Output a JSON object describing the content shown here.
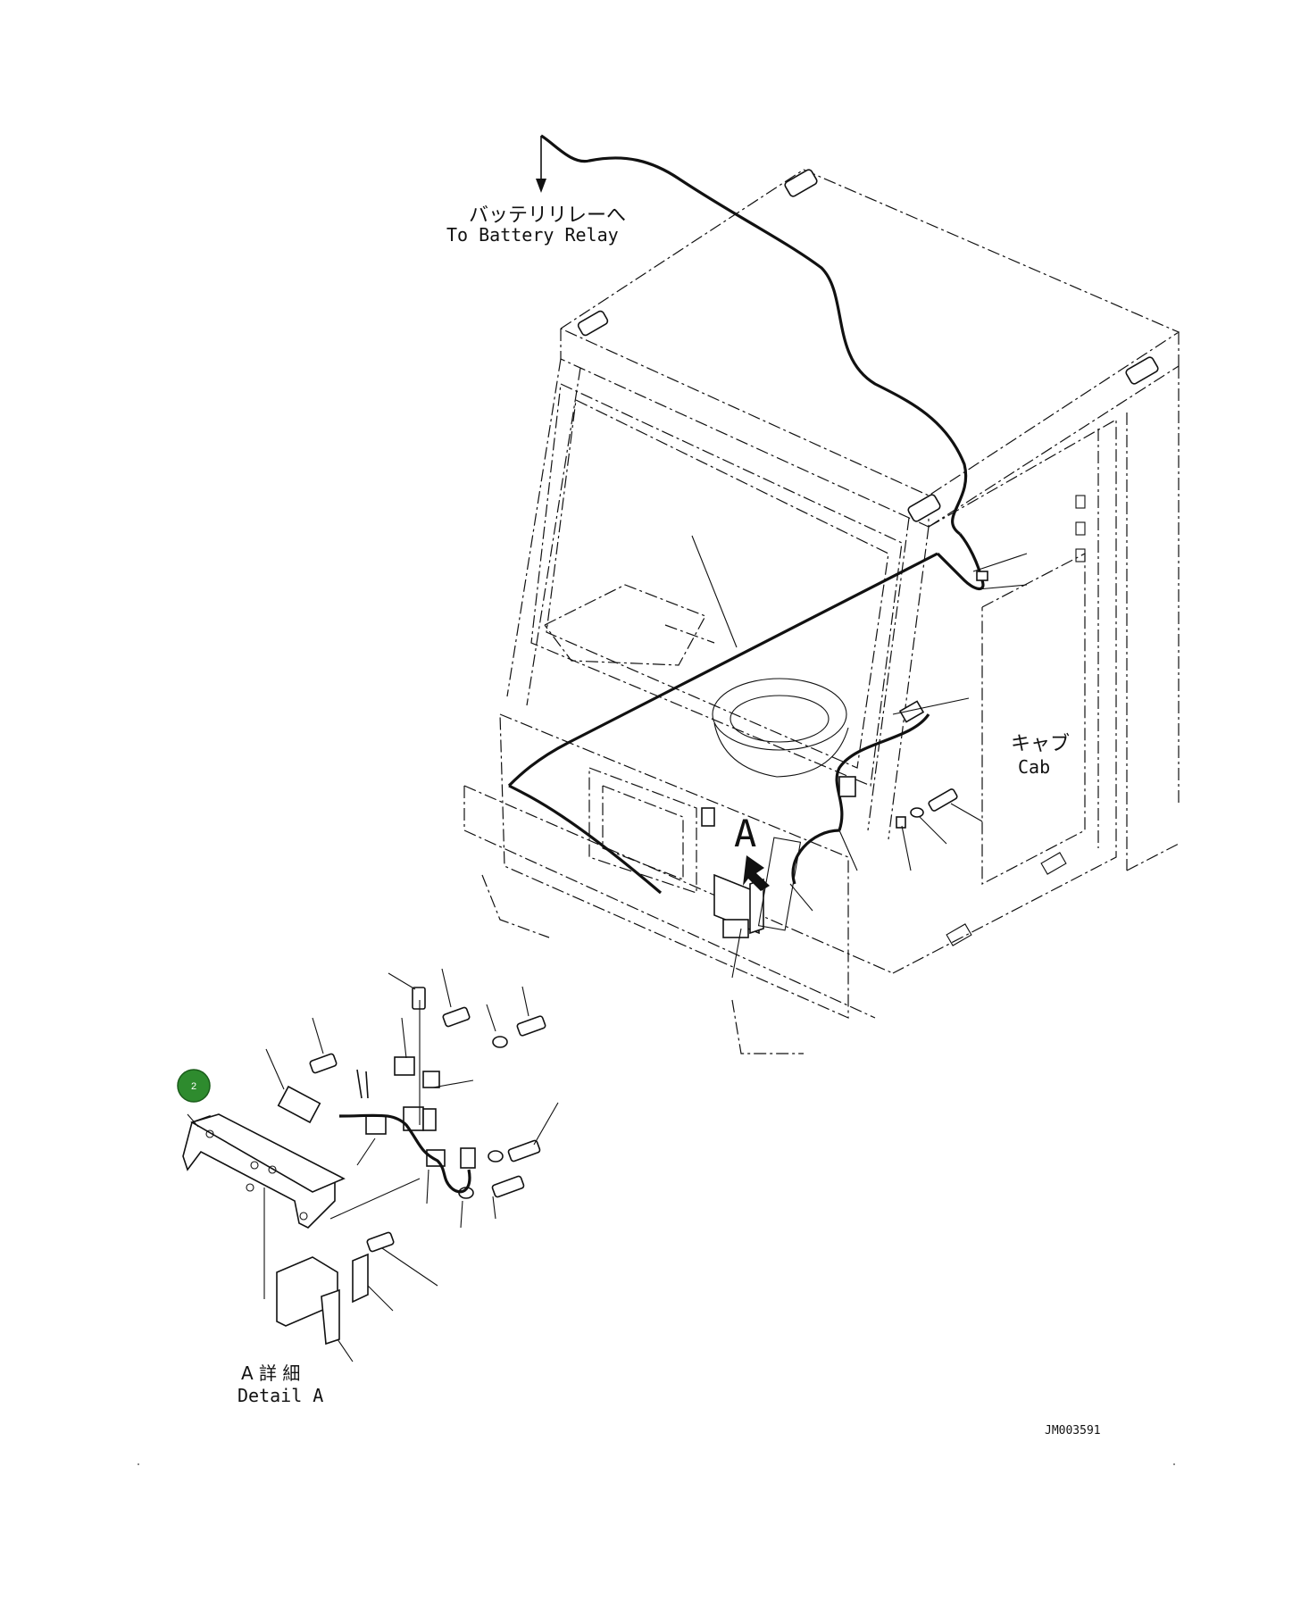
{
  "labels": {
    "battery_relay_jp": "バッテリリレーへ",
    "battery_relay_en": "To Battery Relay",
    "cab_jp": "キャブ",
    "cab_en": "Cab",
    "detail_marker": "A",
    "detail_jp": "A 詳 細",
    "detail_en": "Detail A",
    "drawing_number": "JM003591"
  },
  "callout_badge": {
    "number": "2",
    "color": "#2e8b2e"
  }
}
